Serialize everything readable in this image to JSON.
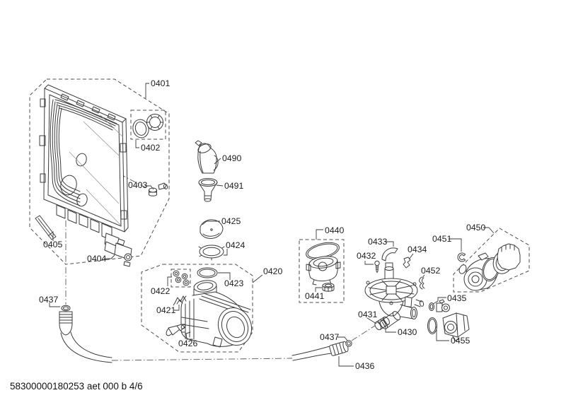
{
  "diagram": {
    "footer_code": "58300000180253 aet 000 b 4/6",
    "colors": {
      "background": "#ffffff",
      "line": "#3b3b3b",
      "label_text": "#1c1c1c",
      "dashed_box": "#4c4c4c"
    }
  },
  "part_labels": {
    "p0401": "0401",
    "p0402": "0402",
    "p0403": "0403",
    "p0404": "0404",
    "p0405": "0405",
    "p0420": "0420",
    "p0421": "0421",
    "p0422": "0422",
    "p0423": "0423",
    "p0424": "0424",
    "p0425": "0425",
    "p0426": "0426",
    "p0430": "0430",
    "p0431": "0431",
    "p0432": "0432",
    "p0433": "0433",
    "p0434": "0434",
    "p0435": "0435",
    "p0436": "0436",
    "p0437_left": "0437",
    "p0437_right": "0437",
    "p0440": "0440",
    "p0441": "0441",
    "p0450": "0450",
    "p0451": "0451",
    "p0452": "0452",
    "p0455": "0455",
    "p0490": "0490",
    "p0491": "0491"
  }
}
